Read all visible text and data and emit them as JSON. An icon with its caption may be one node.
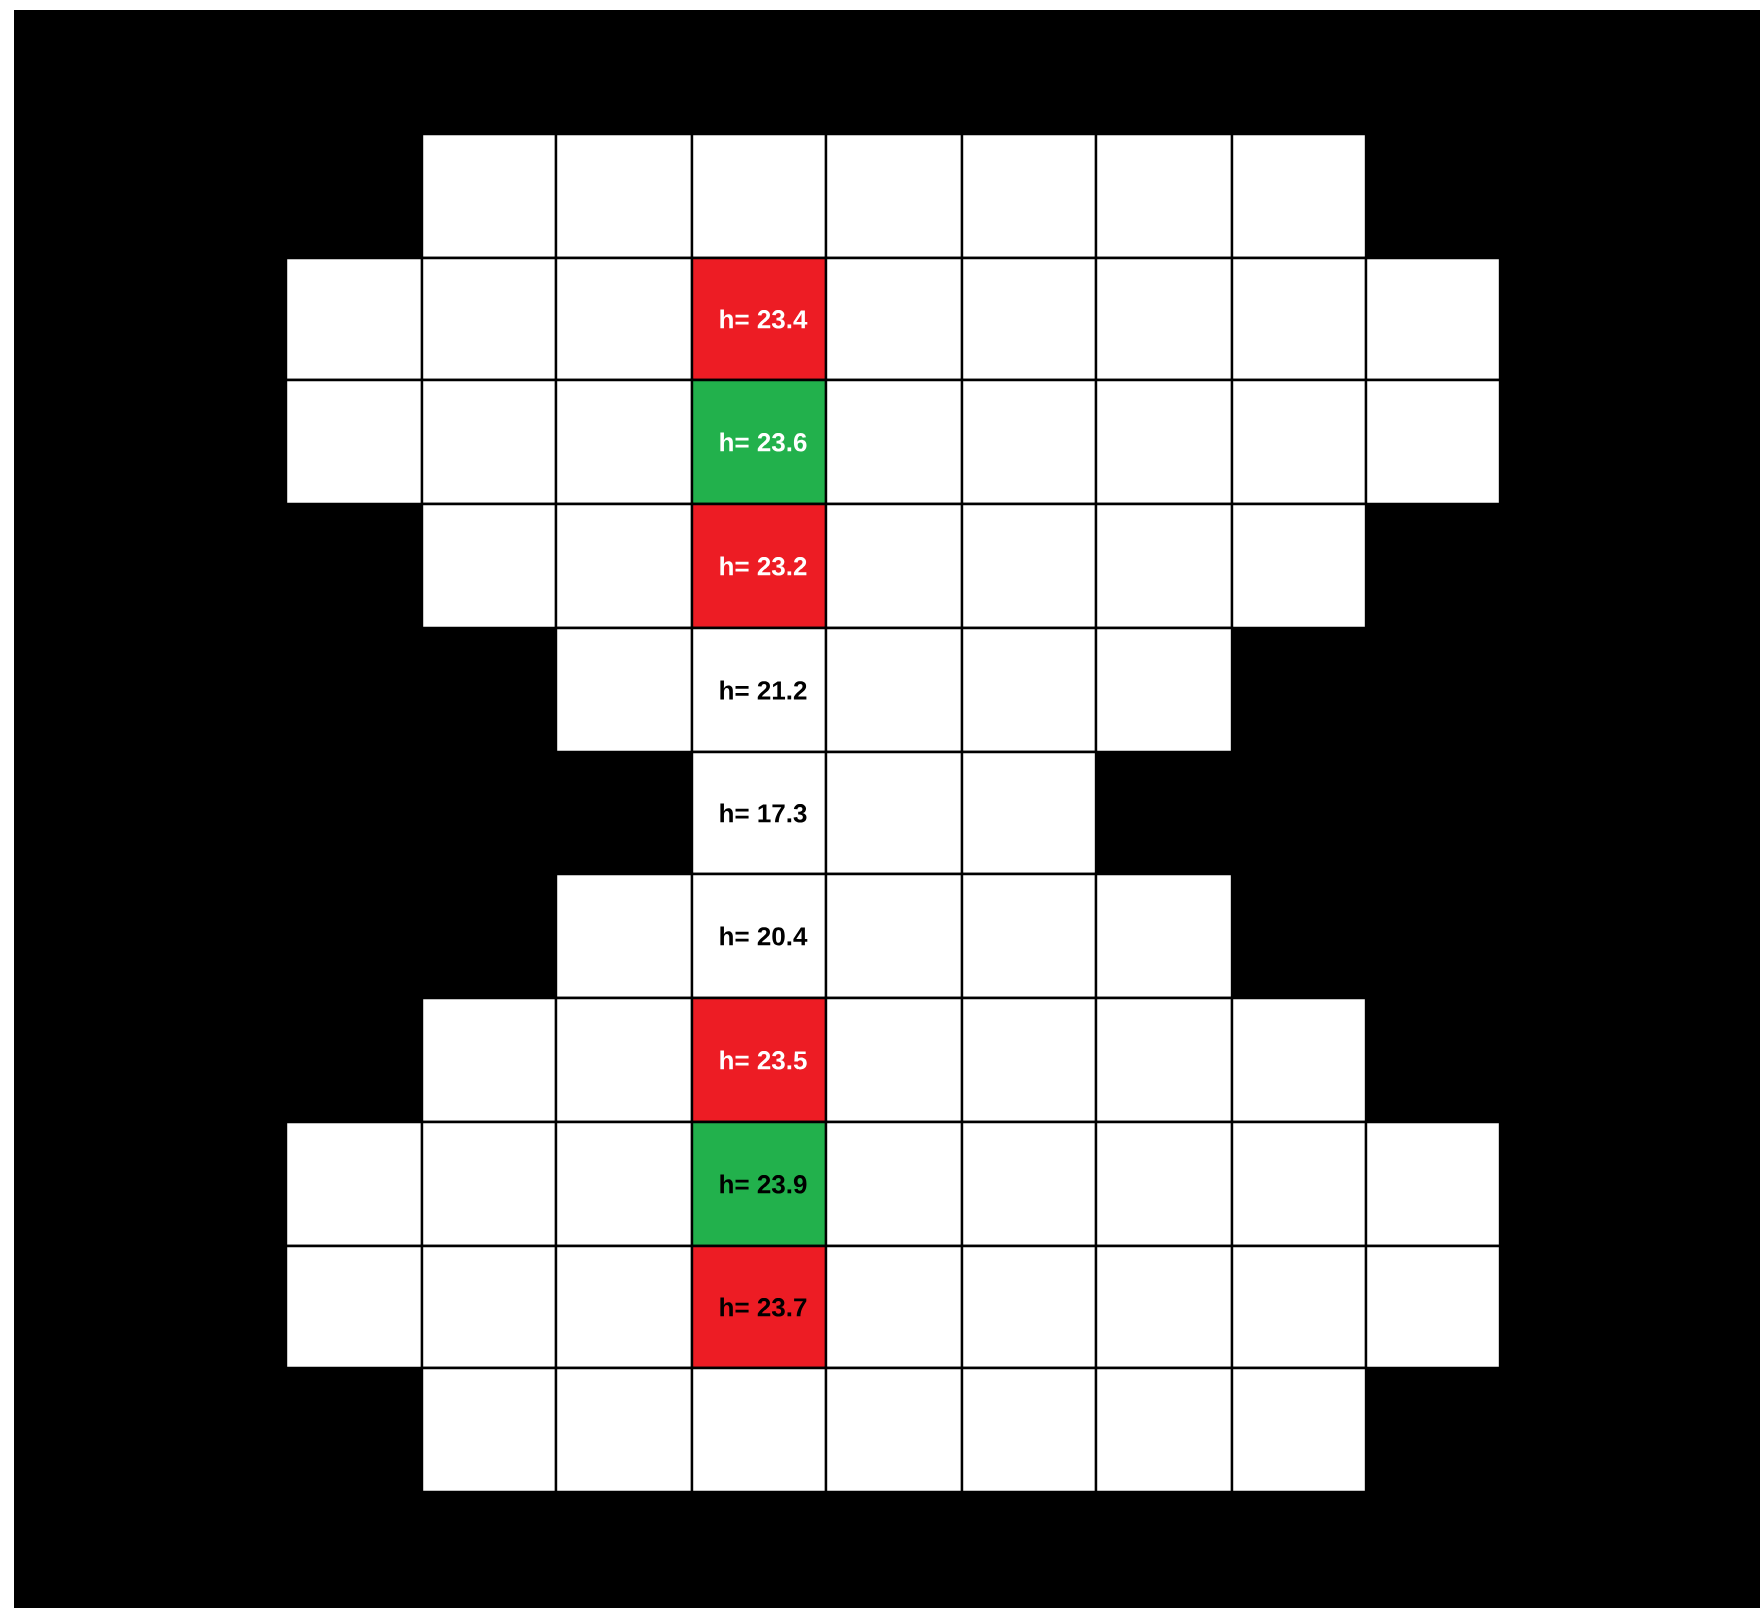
{
  "diagram": {
    "labels": [
      "h= 23.4",
      "h= 23.6",
      "h= 23.2",
      "h= 21.2",
      "h= 17.3",
      "h= 20.4",
      "h= 23.5",
      "h= 23.9",
      "h= 23.7"
    ]
  }
}
